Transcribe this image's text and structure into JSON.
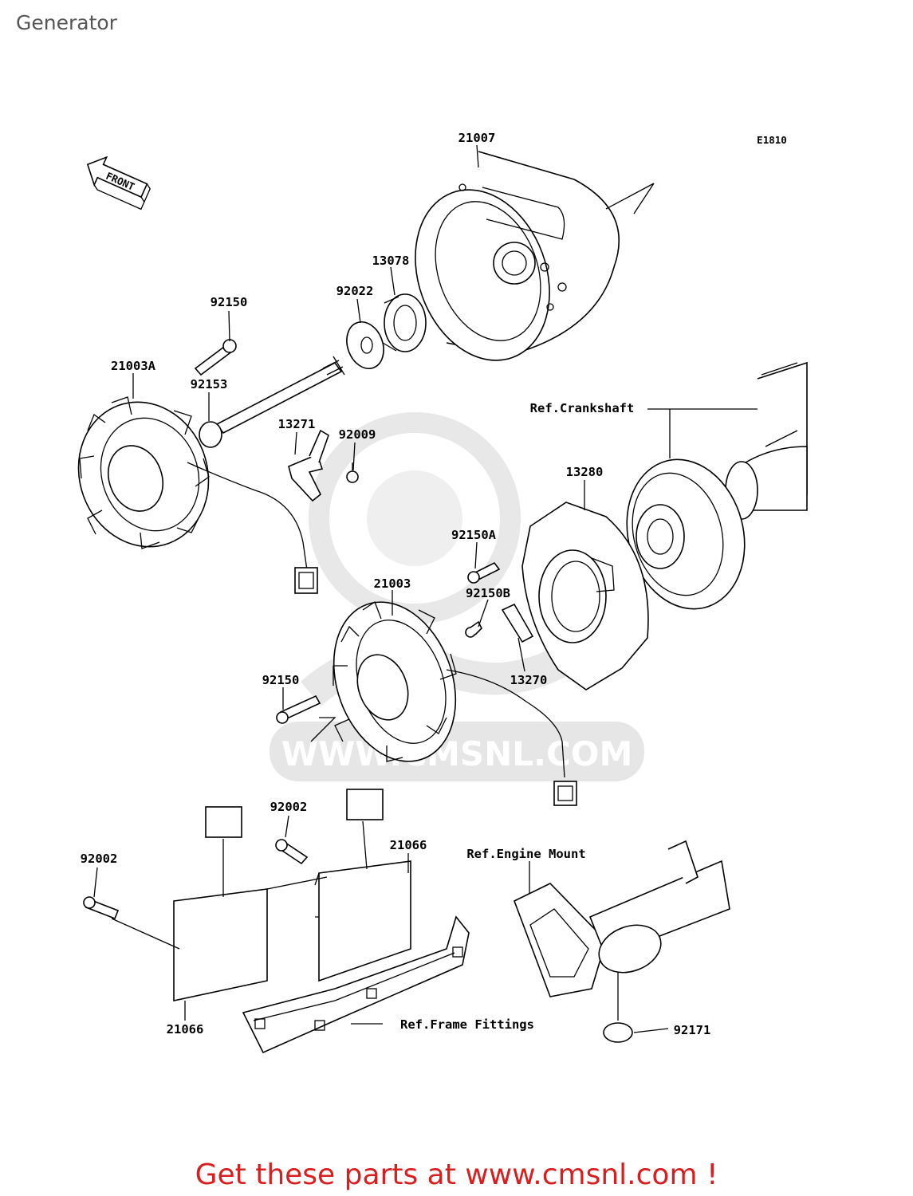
{
  "page": {
    "title": "Generator",
    "diagram_code": "E1810",
    "front_label": "FRONT",
    "watermark": "WWW.CMSNL.COM",
    "footer": "Get these parts at www.cmsnl.com !"
  },
  "callouts": [
    {
      "id": "c21007",
      "label": "21007"
    },
    {
      "id": "c13078",
      "label": "13078"
    },
    {
      "id": "c92022",
      "label": "92022"
    },
    {
      "id": "c92150a",
      "label": "92150"
    },
    {
      "id": "c21003A",
      "label": "21003A"
    },
    {
      "id": "c92153",
      "label": "92153"
    },
    {
      "id": "c13271",
      "label": "13271"
    },
    {
      "id": "c92009",
      "label": "92009"
    },
    {
      "id": "cCrank",
      "label": "Ref.Crankshaft"
    },
    {
      "id": "c13280",
      "label": "13280"
    },
    {
      "id": "c92150A",
      "label": "92150A"
    },
    {
      "id": "c21003",
      "label": "21003"
    },
    {
      "id": "c92150B",
      "label": "92150B"
    },
    {
      "id": "c92150b",
      "label": "92150"
    },
    {
      "id": "c13270",
      "label": "13270"
    },
    {
      "id": "c92002a",
      "label": "92002"
    },
    {
      "id": "c21066a",
      "label": "21066"
    },
    {
      "id": "c92002b",
      "label": "92002"
    },
    {
      "id": "cMount",
      "label": "Ref.Engine Mount"
    },
    {
      "id": "cFrame",
      "label": "Ref.Frame Fittings"
    },
    {
      "id": "c21066b",
      "label": "21066"
    },
    {
      "id": "c92171",
      "label": "92171"
    }
  ]
}
